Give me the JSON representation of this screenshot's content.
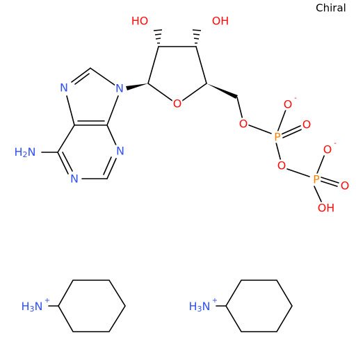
{
  "chiral_label": "Chiral",
  "colors": {
    "O": "#ff0d0d",
    "N": "#3050f8",
    "P": "#ff8000",
    "C": "#000000"
  },
  "atoms": {
    "oh_c2": "HO",
    "oh_c3": "OH",
    "n9": "N",
    "n7": "N",
    "n3": "N",
    "n1": "N",
    "nh2": "H2N",
    "o_ring": "O",
    "o5": "O",
    "p_alpha": "P",
    "o_alpha_eq": "O",
    "o_alpha_neg": "O",
    "o_bridge": "O",
    "p_beta": "P",
    "o_beta_eq": "O",
    "o_beta_neg": "O",
    "oh_beta": "OH",
    "nh3_a": "H3N",
    "nh3_b": "H3N"
  },
  "charges": {
    "o_alpha_neg": "-",
    "o_beta_neg": "-",
    "nh3_a": "+",
    "nh3_b": "+"
  }
}
